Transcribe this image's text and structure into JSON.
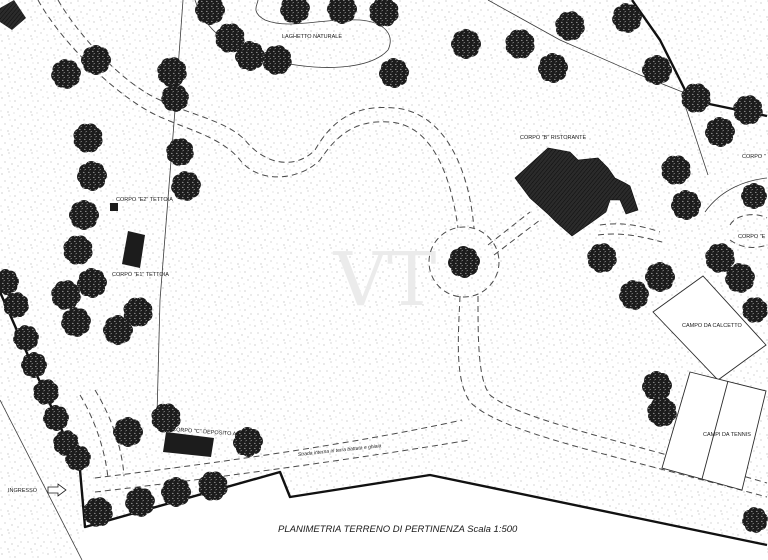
{
  "title": "PLANIMETRIA TERRENO DI PERTINENZA Scala 1:500",
  "labels": {
    "laghetto": "LAGHETTO NATURALE",
    "corpo_b": "CORPO \"B\" RISTORANTE",
    "corpo_e2": "CORPO \"E2\" TETTOIA",
    "corpo_e1": "CORPO \"E1\" TETTOIA",
    "corpo_c": "CORPO \"C\" DEPOSITO A",
    "strada": "Strada interna in terra battuta e ghiaia",
    "ingresso": "INGRESSO",
    "calcetto": "CAMPO DA CALCETTO",
    "tennis": "CAMPI DA TENNIS",
    "corpo_right_top": "CORPO \"",
    "corpo_right_mid": "CORPO \"E"
  },
  "watermark": "VT",
  "colors": {
    "ink": "#1a1a1a",
    "paper": "#ffffff",
    "stipple": "#8a8a8a",
    "watermark": "#ebebeb"
  },
  "icons": {
    "tree": "tree-icon",
    "entrance": "arrow-right-icon"
  }
}
